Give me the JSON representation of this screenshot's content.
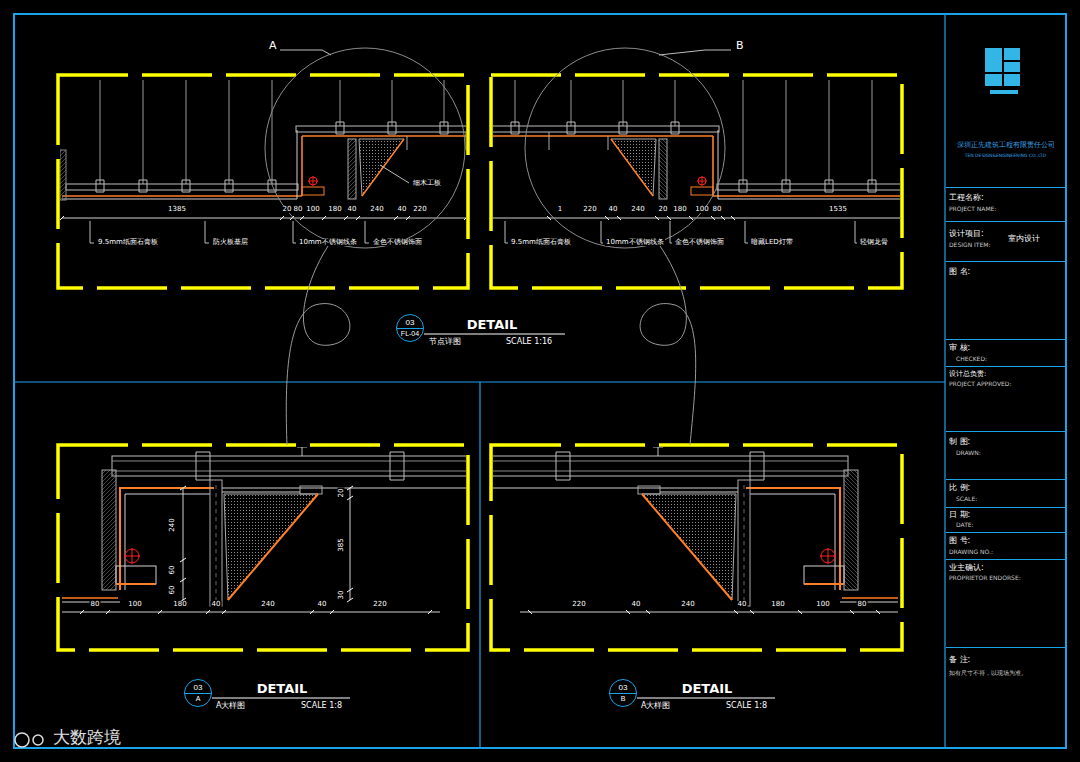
{
  "diagram": {
    "nodes": [
      {
        "text": [
          "03",
          "FL-04"
        ]
      },
      {
        "text": [
          "03",
          "A"
        ]
      },
      {
        "text": [
          "03",
          "B"
        ]
      },
      {
        "text": [
          "深圳正先建筑工程有限责任公司",
          "TEN DESIGN&ENGINEERING CO.,LTD"
        ]
      },
      {
        "text": [
          "工程名称:",
          "PROJECT NAME:"
        ]
      },
      {
        "text": [
          "设计项目:",
          "DESIGN ITEM:",
          "室内设计"
        ]
      },
      {
        "text": [
          "图 名:"
        ]
      },
      {
        "text": [
          "审 核:",
          "CHECKED:"
        ]
      },
      {
        "text": [
          "设计总负责:",
          "PROJECT APPROVED:"
        ]
      },
      {
        "text": [
          "制 图:",
          "DRAWN:"
        ]
      },
      {
        "text": [
          "比 例:",
          "SCALE:"
        ]
      },
      {
        "text": [
          "日 期:",
          "DATE:"
        ]
      },
      {
        "text": [
          "图 号:",
          "DRAWING NO.:"
        ]
      },
      {
        "text": [
          "业主确认:",
          "PROPRIETOR ENDORSE:"
        ]
      },
      {
        "text": [
          "备 注:",
          "如有尺寸不符，以现场为准。"
        ]
      }
    ],
    "labels": [
      "A",
      "B",
      "细木工板",
      "1385",
      "20",
      "80",
      "100",
      "180",
      "40",
      "240",
      "40",
      "220",
      "9.5mm纸面石膏板",
      "防火板基层",
      "10mm不锈钢线条",
      "金色不锈钢饰面",
      "1",
      "220",
      "40",
      "240",
      "20",
      "180",
      "100",
      "80",
      "1535",
      "9.5mm纸面石膏板",
      "10mm不锈钢线条",
      "金色不锈钢饰面",
      "暗藏LED灯带",
      "轻钢龙骨",
      "DETAIL",
      "节点详图",
      "SCALE 1:16",
      "80",
      "100",
      "180",
      "40",
      "240",
      "40",
      "220",
      "240",
      "60",
      "60",
      "20",
      "385",
      "30",
      "220",
      "40",
      "240",
      "40",
      "180",
      "100",
      "80",
      "DETAIL",
      "A大样图",
      "SCALE 1:8",
      "DETAIL",
      "A大样图",
      "SCALE 1:8",
      "大数跨境"
    ]
  }
}
